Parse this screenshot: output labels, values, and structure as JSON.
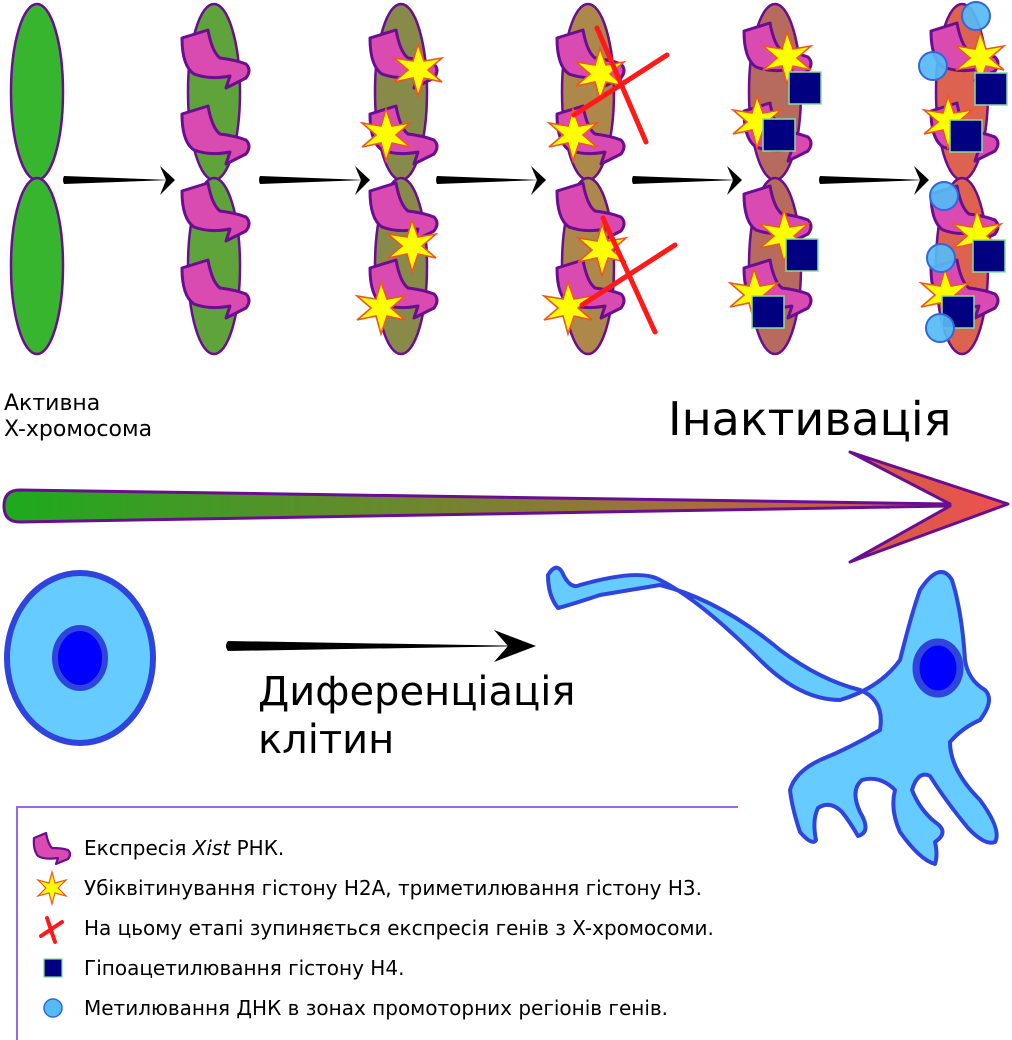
{
  "colors": {
    "chromosome_outline": "#6a0d91",
    "stage_fills": [
      "#38b52f",
      "#5ea43a",
      "#888a4a",
      "#ad884a",
      "#b76a5e",
      "#de6250"
    ],
    "xist": "#d94bb0",
    "star_fill": "#ffff00",
    "star_stroke": "#ee5522",
    "cross": "#ff1a1a",
    "square_fill": "#000080",
    "square_stroke": "#88dd99",
    "circle_fill": "#55bbf5",
    "circle_stroke": "#3366dd",
    "cell_fill": "#66ccff",
    "cell_outline": "#2f44dd",
    "nucleus": "#0000ff",
    "legend_border": "#9966ee",
    "gradient_start": "#1daa1d",
    "gradient_end": "#f05050"
  },
  "stages": [
    {
      "name": "active",
      "markers": []
    },
    {
      "name": "xist-coating",
      "markers": [
        "xist"
      ]
    },
    {
      "name": "histone-modification",
      "markers": [
        "xist",
        "star"
      ]
    },
    {
      "name": "expression-stop",
      "markers": [
        "xist",
        "star",
        "cross"
      ]
    },
    {
      "name": "hypoacetylation",
      "markers": [
        "xist",
        "star",
        "square"
      ]
    },
    {
      "name": "dna-methylation",
      "markers": [
        "xist",
        "star",
        "square",
        "circle"
      ]
    }
  ],
  "labels": {
    "active_line1": "Активна",
    "active_line2": "X-хромосома",
    "inactivation": "Інактивація",
    "differentiation_line1": "Диференціація",
    "differentiation_line2": "клітин"
  },
  "legend": {
    "items": [
      {
        "icon": "xist-rna-icon",
        "text_before": "Експресія ",
        "text_italic": "Xist",
        "text_after": " РНК."
      },
      {
        "icon": "star-icon",
        "text": "Убіквітинування гістону H2A, триметилювання гістону H3."
      },
      {
        "icon": "red-cross-icon",
        "text": "На цьому етапі зупиняється експресія генів з X-хромосоми."
      },
      {
        "icon": "dark-square-icon",
        "text": "Гіпоацетилювання гістону H4."
      },
      {
        "icon": "blue-circle-icon",
        "text": "Метилювання ДНК в зонах промоторних регіонів генів."
      }
    ]
  }
}
